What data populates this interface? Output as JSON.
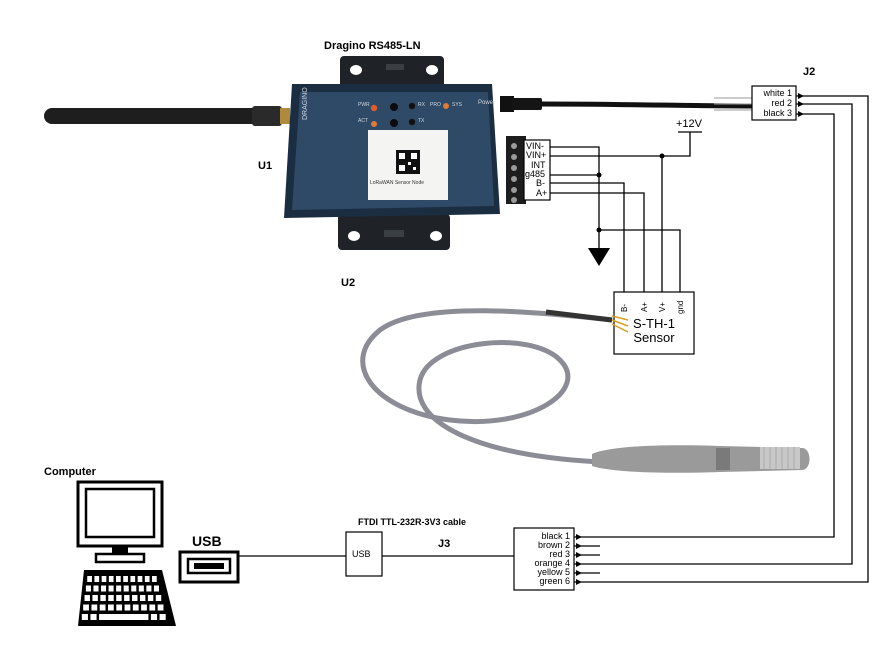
{
  "title": "Dragino RS485-LN",
  "labels": {
    "u1": "U1",
    "u2": "U2",
    "j2": "J2",
    "j3": "J3",
    "computer": "Computer",
    "usb_big": "USB",
    "usb_box": "USB",
    "ftdi": "FTDI TTL-232R-3V3 cable",
    "plus12v": "+12V"
  },
  "device": {
    "brand": "DRAGINO",
    "led_labels": [
      "PWR",
      "ACT",
      "RX",
      "TX",
      "PRO",
      "SYS"
    ],
    "card_title": "LoRaWAN Sensor Node",
    "power_label": "Power"
  },
  "terminal_block": {
    "pins": [
      "VIN-",
      "VIN+",
      "INT",
      "g485",
      "B-",
      "A+"
    ]
  },
  "j2": {
    "pins": [
      "white 1",
      "red 2",
      "black 3"
    ]
  },
  "sensor": {
    "pins": [
      "B-",
      "A+",
      "V+",
      "gnd"
    ],
    "name_line1": "S-TH-1",
    "name_line2": "Sensor"
  },
  "j3": {
    "pins": [
      "black 1",
      "brown 2",
      "red 3",
      "orange 4",
      "yellow 5",
      "green 6"
    ]
  },
  "colors": {
    "device_body": "#2e4a66",
    "device_edge": "#1b2d40",
    "antenna": "#1e1e1e",
    "cable": "#8c8c96",
    "probe": "#9a9a9a",
    "line": "#000000"
  },
  "icons": [
    "antenna-icon",
    "computer-icon",
    "keyboard-icon",
    "usb-port-icon",
    "ground-icon",
    "sensor-probe-icon",
    "qr-code-icon"
  ]
}
